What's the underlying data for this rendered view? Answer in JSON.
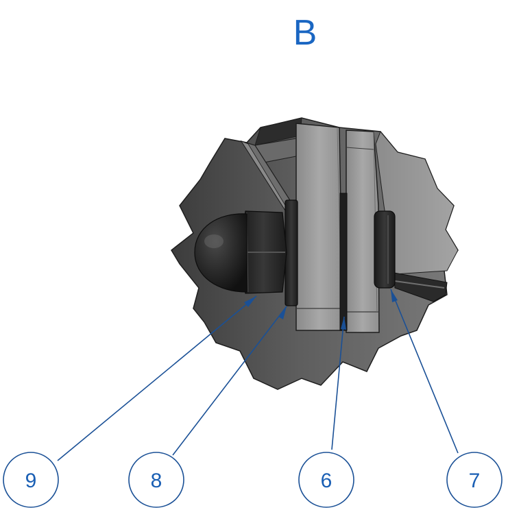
{
  "view_label": "B",
  "colors": {
    "callout": "#1a5096",
    "label": "#1a66c2",
    "casting": "#585858",
    "plate": "#9c9c9c",
    "hardware": "#262626"
  },
  "balloons": [
    {
      "label": "9",
      "part": "acorn-nut"
    },
    {
      "label": "8",
      "part": "washer"
    },
    {
      "label": "6",
      "part": "spacer"
    },
    {
      "label": "7",
      "part": "bolt"
    }
  ]
}
